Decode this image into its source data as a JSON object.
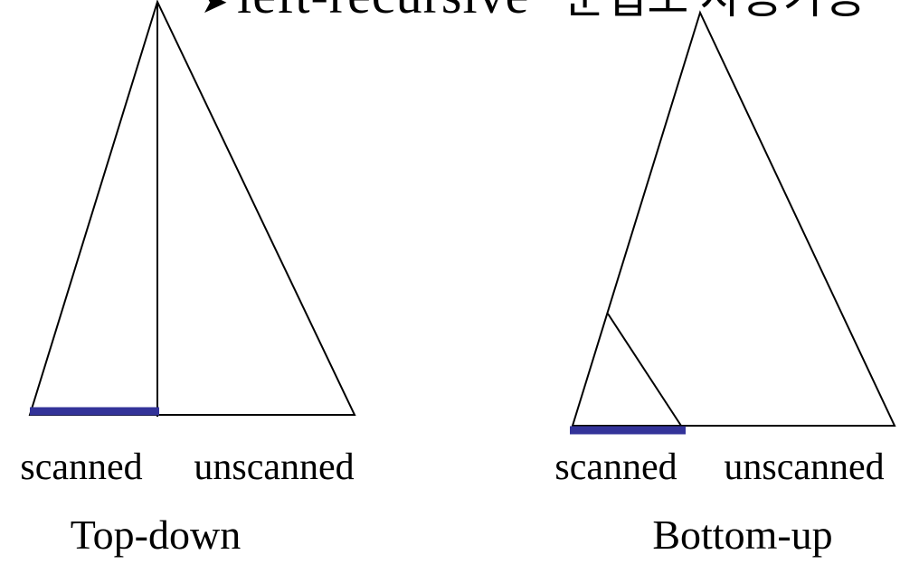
{
  "slide": {
    "top_line": {
      "bullet": "➤",
      "text_latin": "left-recursive",
      "text_korean": "문법도 사용가능"
    },
    "diagrams": [
      {
        "title": "Top-down",
        "scanned_label": "scanned",
        "unscanned_label": "unscanned"
      },
      {
        "title": "Bottom-up",
        "scanned_label": "scanned",
        "unscanned_label": "unscanned"
      }
    ],
    "colors": {
      "background": "#ffffff",
      "outline": "#000000",
      "text": "#000000",
      "scanned_bar": "#333399"
    }
  }
}
